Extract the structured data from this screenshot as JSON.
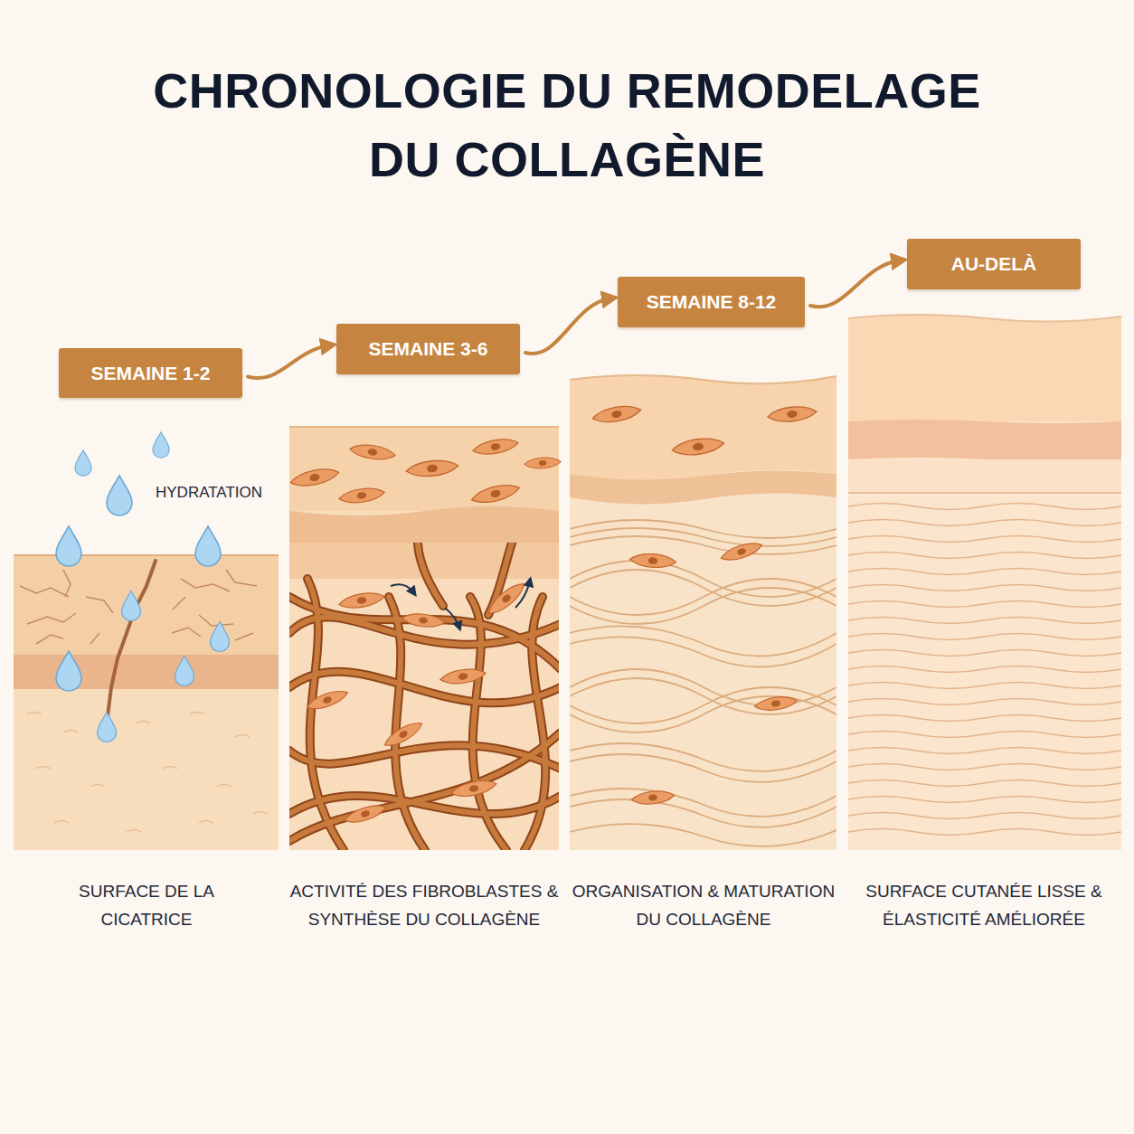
{
  "diagram": {
    "title": "CHRONOLOGIE DU REMODELAGE DU COLLAGÈNE",
    "nodes": [
      {
        "text": [
          "SEMAINE 1-2"
        ]
      },
      {
        "text": [
          "SEMAINE 3-6"
        ]
      },
      {
        "text": [
          "SEMAINE 8-12"
        ]
      },
      {
        "text": [
          "AU-DELÀ"
        ]
      }
    ],
    "edges": [
      {
        "from": 0,
        "to": 1,
        "arrow": "to"
      },
      {
        "from": 1,
        "to": 2,
        "arrow": "to"
      },
      {
        "from": 2,
        "to": 3,
        "arrow": "to"
      }
    ],
    "labels": [
      "HYDRATATION",
      "SURFACE DE LA CICATRICE",
      "ACTIVITÉ DES FIBROBLASTES & SYNTHÈSE DU COLLAGÈNE",
      "ORGANISATION & MATURATION DU COLLAGÈNE",
      "SURFACE CUTANÉE LISSE & ÉLASTICITÉ AMÉLIORÉE"
    ]
  }
}
